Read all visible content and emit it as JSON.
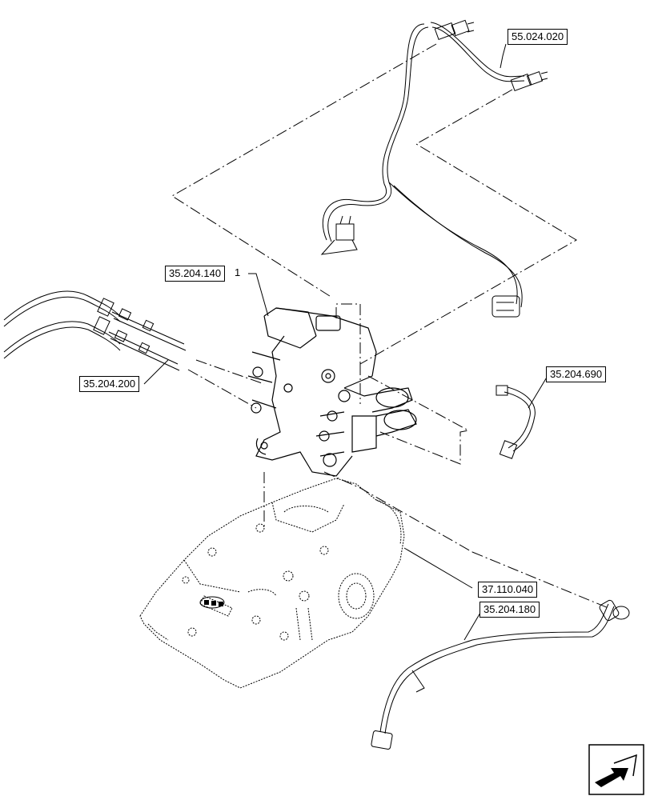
{
  "diagram": {
    "callouts": {
      "ref_55_024_020": "55.024.020",
      "ref_35_204_140": "35.204.140",
      "ref_35_204_200": "35.204.200",
      "ref_35_204_690": "35.204.690",
      "ref_37_110_040": "37.110.040",
      "ref_35_204_180": "35.204.180"
    },
    "item_number": "1",
    "nav_icon": "next-page-arrow-icon"
  }
}
